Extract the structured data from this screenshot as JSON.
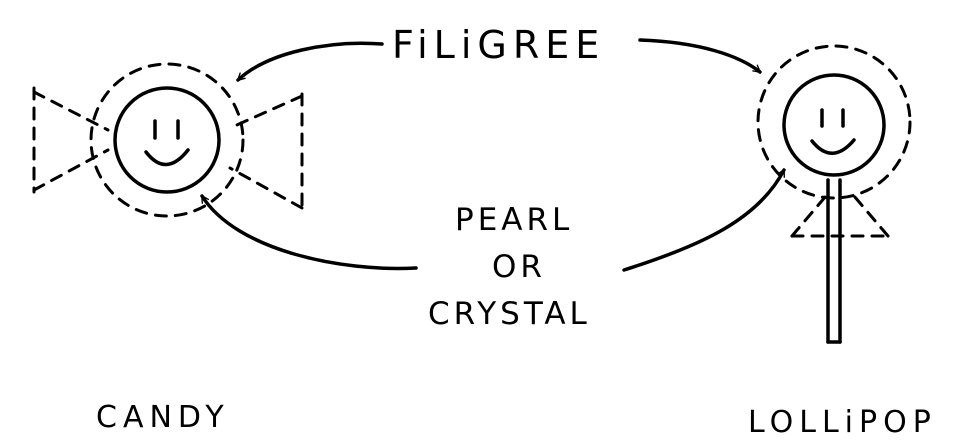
{
  "labels": {
    "filigree": "FiLiGREE",
    "pearl": "PEARL",
    "or": "OR",
    "crystal": "CRYSTAL",
    "candy": "CANDY",
    "lollipop": "LOLLiPOP"
  },
  "colors": {
    "ink": "#000000",
    "background": "#ffffff"
  }
}
